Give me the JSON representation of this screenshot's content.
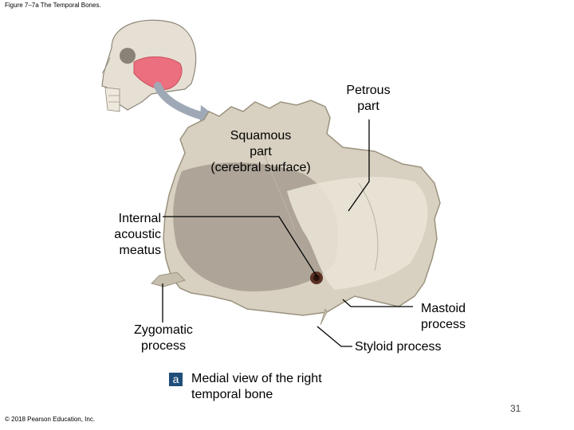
{
  "header": {
    "title": "Figure 7–7a The Temporal Bones."
  },
  "labels": {
    "petrous": [
      "Petrous",
      "part"
    ],
    "squamous": [
      "Squamous",
      "part",
      "(cerebral surface)"
    ],
    "internal": [
      "Internal",
      "acoustic",
      "meatus"
    ],
    "zygomatic": [
      "Zygomatic",
      "process"
    ],
    "mastoid": [
      "Mastoid",
      "process"
    ],
    "styloid": "Styloid process"
  },
  "caption": {
    "badge": "a",
    "lines": [
      "Medial view of the right",
      "temporal bone"
    ]
  },
  "footer": {
    "copyright": "© 2018 Pearson Education, Inc.",
    "page": "31"
  },
  "colors": {
    "bone": "#d8d1c1",
    "squamous_shade": "#a79e90",
    "highlight": "#ec6f7f",
    "arrow": "#9fa9b6",
    "badge": "#1f4e79"
  }
}
